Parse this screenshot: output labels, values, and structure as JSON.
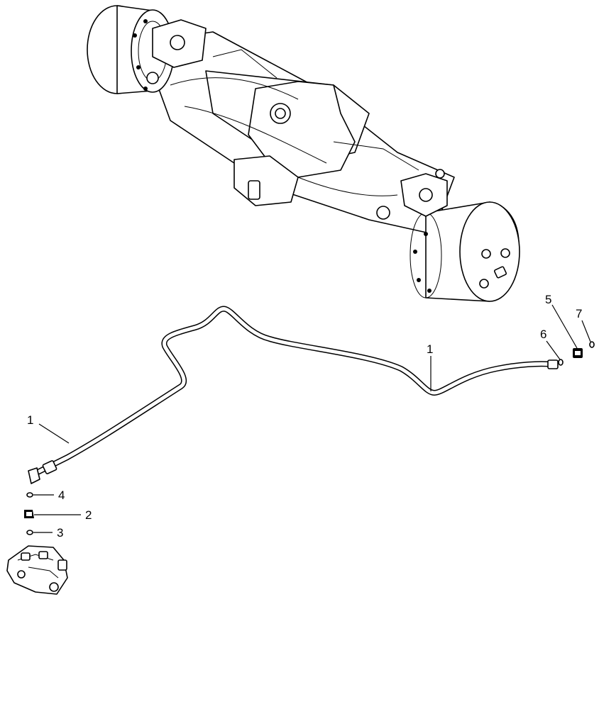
{
  "callouts": [
    {
      "id": "c1a",
      "label": "1"
    },
    {
      "id": "c1b",
      "label": "1"
    },
    {
      "id": "c2",
      "label": "2"
    },
    {
      "id": "c3",
      "label": "3"
    },
    {
      "id": "c4",
      "label": "4"
    },
    {
      "id": "c5",
      "label": "5"
    },
    {
      "id": "c6",
      "label": "6"
    },
    {
      "id": "c7",
      "label": "7"
    }
  ]
}
